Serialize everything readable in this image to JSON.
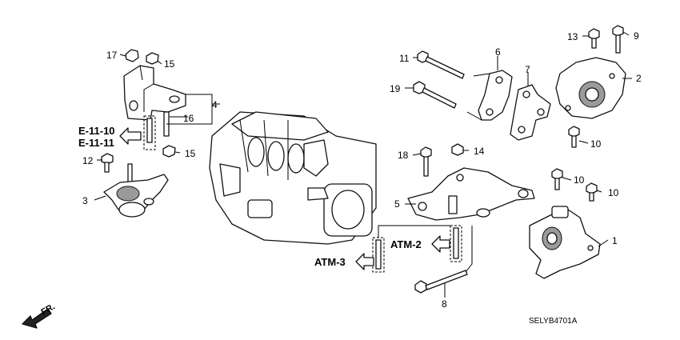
{
  "callouts": {
    "n1": "1",
    "n2": "2",
    "n3": "3",
    "n4": "4",
    "n5": "5",
    "n6": "6",
    "n7": "7",
    "n8": "8",
    "n9": "9",
    "n10a": "10",
    "n10b": "10",
    "n10c": "10",
    "n11": "11",
    "n12": "12",
    "n13": "13",
    "n14": "14",
    "n15a": "15",
    "n15b": "15",
    "n16": "16",
    "n17": "17",
    "n18": "18",
    "n19": "19"
  },
  "references": {
    "e1110": "E-11-10",
    "e1111": "E-11-11",
    "atm2": "ATM-2",
    "atm3": "ATM-3"
  },
  "direction": "FR.",
  "diagram_code": "SELYB4701A"
}
